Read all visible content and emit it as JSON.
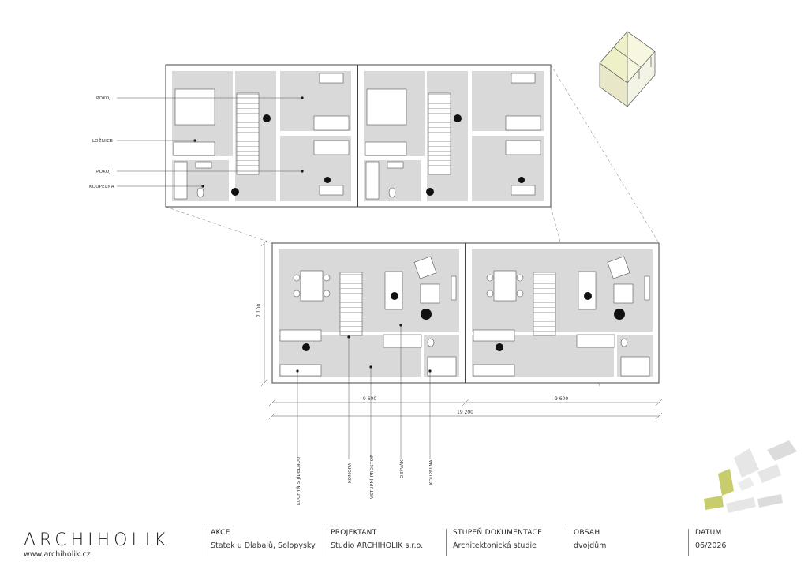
{
  "labels_upper": {
    "pokoj1": "POKOJ",
    "loznice": "LOŽNICE",
    "pokoj2": "POKOJ",
    "koupelna": "KOUPELNA"
  },
  "labels_lower": {
    "kuchyn": "KUCHYŇ S JÍDELNOU",
    "komora": "KOMORA",
    "vstupni": "VSTUPNÍ PROSTOR",
    "obyvak": "OBÝVÁK",
    "koupelna": "KOUPELNA"
  },
  "dimensions": {
    "height": "7 100",
    "width_left": "9 600",
    "width_right": "9 600",
    "total": "19 200"
  },
  "footer": {
    "logo": "ARCHIHOLIK",
    "url": "www.archiholik.cz",
    "columns": [
      {
        "heading": "AKCE",
        "value": "Statek u Dlabalů, Solopysky"
      },
      {
        "heading": "PROJEKTANT",
        "value": "Studio ARCHIHOLIK s.r.o."
      },
      {
        "heading": "STUPEŇ DOKUMENTACE",
        "value": "Architektonická studie"
      },
      {
        "heading": "OBSAH",
        "value": "dvojdům"
      },
      {
        "heading": "DATUM",
        "value": "06/2026"
      }
    ]
  },
  "colors": {
    "floor": "#d9d9d9",
    "wall": "#444444",
    "accent": "#c8cc6a"
  }
}
